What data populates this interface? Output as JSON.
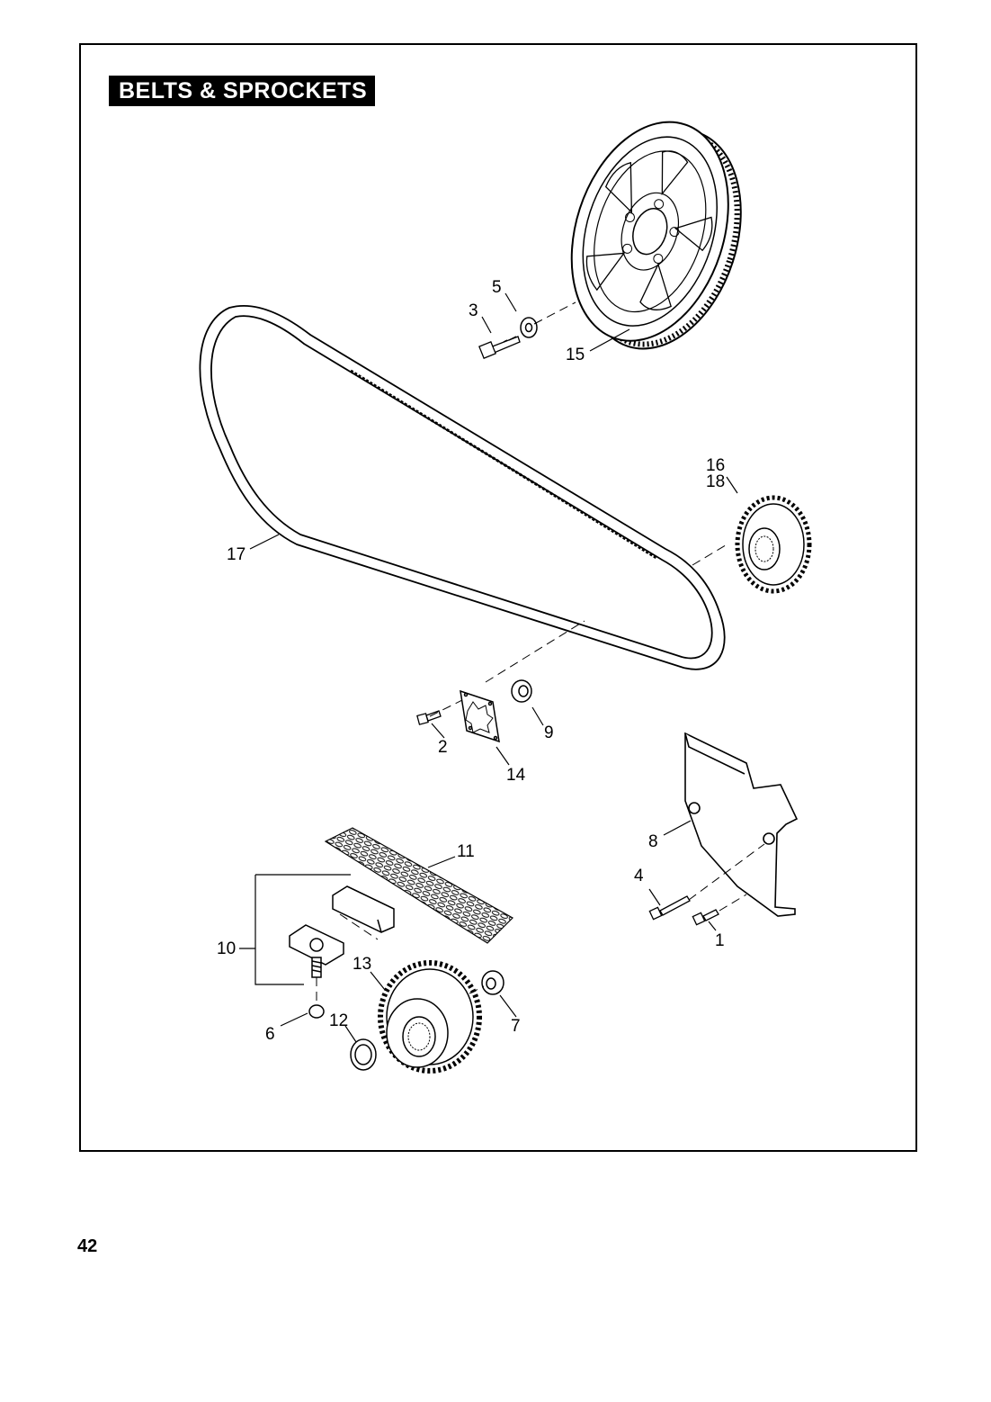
{
  "page": {
    "title": "BELTS & SPROCKETS",
    "page_number": "42"
  },
  "callouts": [
    {
      "id": "1",
      "text": "1"
    },
    {
      "id": "2",
      "text": "2"
    },
    {
      "id": "3",
      "text": "3"
    },
    {
      "id": "4",
      "text": "4"
    },
    {
      "id": "5",
      "text": "5"
    },
    {
      "id": "6",
      "text": "6"
    },
    {
      "id": "7",
      "text": "7"
    },
    {
      "id": "8",
      "text": "8"
    },
    {
      "id": "9",
      "text": "9"
    },
    {
      "id": "10",
      "text": "10"
    },
    {
      "id": "11",
      "text": "11"
    },
    {
      "id": "12",
      "text": "12"
    },
    {
      "id": "13",
      "text": "13"
    },
    {
      "id": "14",
      "text": "14"
    },
    {
      "id": "15",
      "text": "15"
    },
    {
      "id": "16",
      "text": "16"
    },
    {
      "id": "17",
      "text": "17"
    },
    {
      "id": "18",
      "text": "18"
    }
  ],
  "colors": {
    "ink": "#000000",
    "paper": "#ffffff"
  }
}
